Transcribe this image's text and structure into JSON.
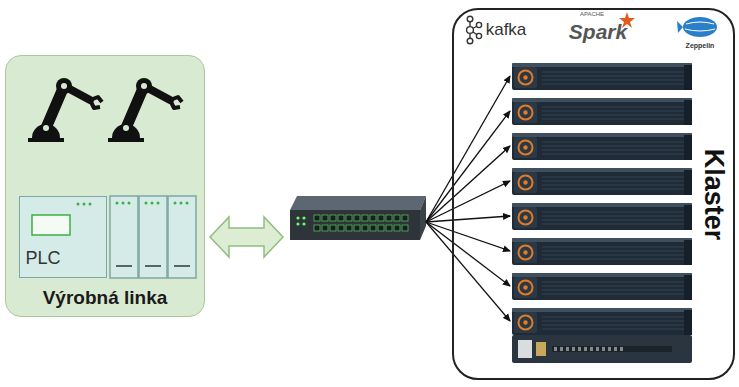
{
  "diagram": {
    "nodes": [
      {
        "text": [
          "Výrobná linka"
        ]
      },
      {
        "text": [
          "PLC"
        ],
        "in": 0
      },
      {
        "text": [
          "Klaster"
        ]
      }
    ],
    "labels": [
      "kafka",
      "APACHE",
      "Spark",
      "Zeppelin"
    ]
  }
}
